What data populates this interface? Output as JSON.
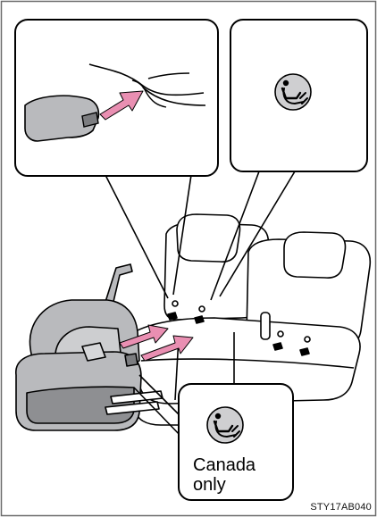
{
  "figure": {
    "canada_line1": "Canada",
    "canada_line2": "only",
    "figure_code": "STY17AB040"
  },
  "colors": {
    "arrow": "#e98fb2",
    "seat_fill": "#b9babd",
    "seat_dark": "#7c7d80",
    "badge_fill": "#cfcfd1",
    "line": "#000000",
    "frame": "#6b6b6b"
  },
  "icons": [
    "isofix-child-seat-icon",
    "isofix-child-seat-icon"
  ]
}
